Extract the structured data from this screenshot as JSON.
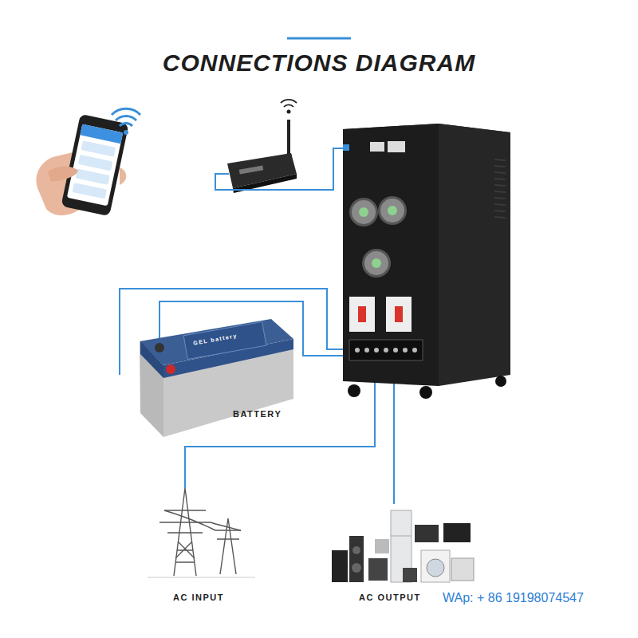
{
  "diagram": {
    "title": "CONNECTIONS DIAGRAM",
    "nodes": [
      {
        "text": [
          "GEL battery",
          "BATTERY"
        ]
      },
      {
        "text": [
          "AC INPUT"
        ]
      },
      {
        "text": [
          "AC OUTPUT"
        ]
      }
    ],
    "labels": [
      "WAp: + 86 19198074547"
    ]
  }
}
